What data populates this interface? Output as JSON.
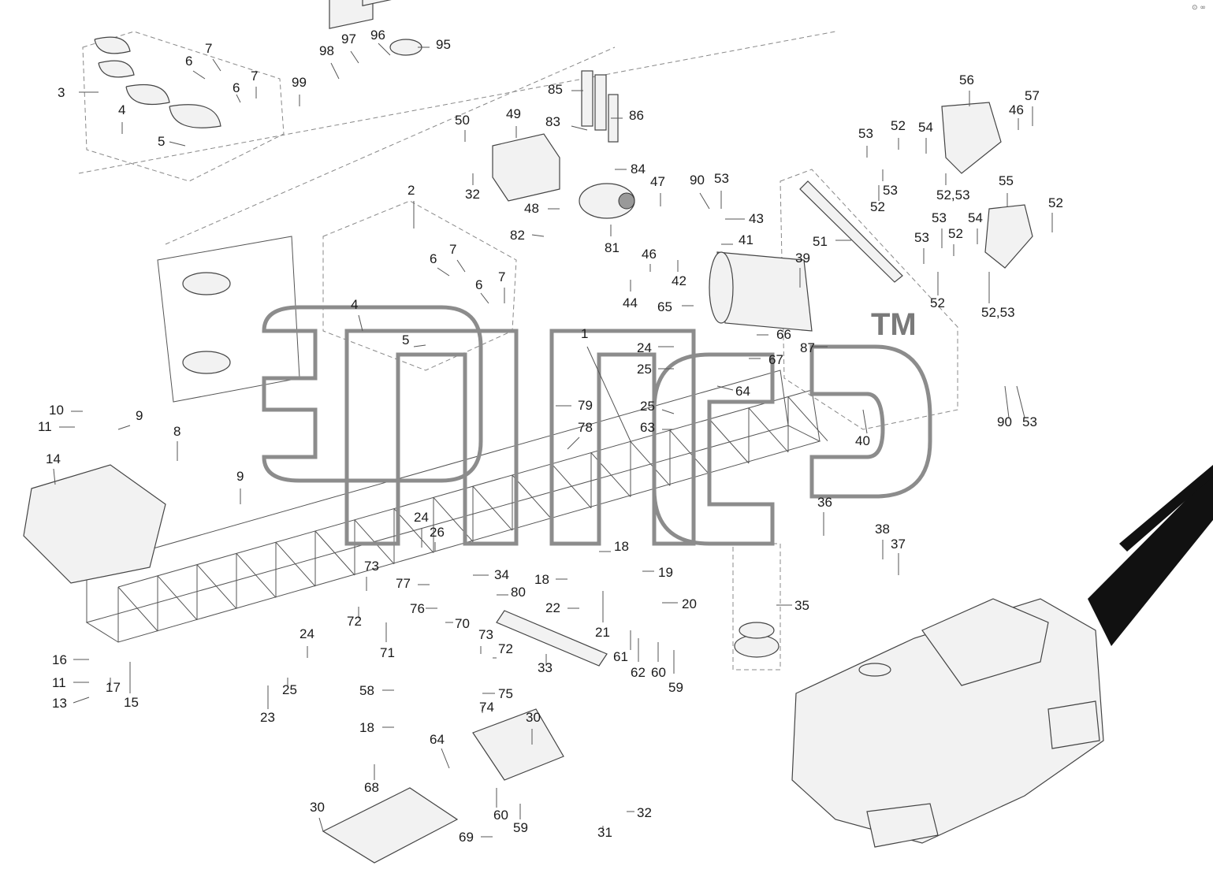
{
  "watermark": {
    "text": "эпс",
    "trademark": "TM"
  },
  "corner_mark": "⊙ ∞",
  "labels": [
    {
      "id": "l3",
      "text": "3"
    },
    {
      "id": "l4a",
      "text": "4"
    },
    {
      "id": "l5a",
      "text": "5"
    },
    {
      "id": "l6a",
      "text": "6"
    },
    {
      "id": "l7a",
      "text": "7"
    },
    {
      "id": "l6b",
      "text": "6"
    },
    {
      "id": "l7b",
      "text": "7"
    },
    {
      "id": "l98",
      "text": "98"
    },
    {
      "id": "l97",
      "text": "97"
    },
    {
      "id": "l96",
      "text": "96"
    },
    {
      "id": "l95",
      "text": "95"
    },
    {
      "id": "l99",
      "text": "99"
    },
    {
      "id": "l85",
      "text": "85"
    },
    {
      "id": "l83",
      "text": "83"
    },
    {
      "id": "l86",
      "text": "86"
    },
    {
      "id": "l84",
      "text": "84"
    },
    {
      "id": "l50",
      "text": "50"
    },
    {
      "id": "l49",
      "text": "49"
    },
    {
      "id": "l32a",
      "text": "32"
    },
    {
      "id": "l48",
      "text": "48"
    },
    {
      "id": "l82",
      "text": "82"
    },
    {
      "id": "l81",
      "text": "81"
    },
    {
      "id": "l47",
      "text": "47"
    },
    {
      "id": "l90a",
      "text": "90"
    },
    {
      "id": "l53a",
      "text": "53"
    },
    {
      "id": "l43",
      "text": "43"
    },
    {
      "id": "l41",
      "text": "41"
    },
    {
      "id": "l46a",
      "text": "46"
    },
    {
      "id": "l42",
      "text": "42"
    },
    {
      "id": "l44",
      "text": "44"
    },
    {
      "id": "l65",
      "text": "65"
    },
    {
      "id": "l39",
      "text": "39"
    },
    {
      "id": "l51",
      "text": "51"
    },
    {
      "id": "l53b",
      "text": "53"
    },
    {
      "id": "l52a",
      "text": "52"
    },
    {
      "id": "l54a",
      "text": "54"
    },
    {
      "id": "l53c",
      "text": "53"
    },
    {
      "id": "l52b",
      "text": "52"
    },
    {
      "id": "l5253a",
      "text": "52,53"
    },
    {
      "id": "l56",
      "text": "56"
    },
    {
      "id": "l57",
      "text": "57"
    },
    {
      "id": "l46b",
      "text": "46"
    },
    {
      "id": "l55",
      "text": "55"
    },
    {
      "id": "l52c",
      "text": "52"
    },
    {
      "id": "l53d",
      "text": "53"
    },
    {
      "id": "l52d",
      "text": "52"
    },
    {
      "id": "l54b",
      "text": "54"
    },
    {
      "id": "l53e",
      "text": "53"
    },
    {
      "id": "l52e",
      "text": "52"
    },
    {
      "id": "l5253b",
      "text": "52,53"
    },
    {
      "id": "l2",
      "text": "2"
    },
    {
      "id": "l6c",
      "text": "6"
    },
    {
      "id": "l7c",
      "text": "7"
    },
    {
      "id": "l6d",
      "text": "6"
    },
    {
      "id": "l7d",
      "text": "7"
    },
    {
      "id": "l4b",
      "text": "4"
    },
    {
      "id": "l5b",
      "text": "5"
    },
    {
      "id": "l1",
      "text": "1"
    },
    {
      "id": "l24a",
      "text": "24"
    },
    {
      "id": "l25a",
      "text": "25"
    },
    {
      "id": "l66",
      "text": "66"
    },
    {
      "id": "l67",
      "text": "67"
    },
    {
      "id": "l87",
      "text": "87"
    },
    {
      "id": "l64a",
      "text": "64"
    },
    {
      "id": "l25b",
      "text": "25"
    },
    {
      "id": "l63",
      "text": "63"
    },
    {
      "id": "l79",
      "text": "79"
    },
    {
      "id": "l78",
      "text": "78"
    },
    {
      "id": "l40",
      "text": "40"
    },
    {
      "id": "l90b",
      "text": "90"
    },
    {
      "id": "l53f",
      "text": "53"
    },
    {
      "id": "l10",
      "text": "10"
    },
    {
      "id": "l11a",
      "text": "11"
    },
    {
      "id": "l9a",
      "text": "9"
    },
    {
      "id": "l8",
      "text": "8"
    },
    {
      "id": "l14",
      "text": "14"
    },
    {
      "id": "l9b",
      "text": "9"
    },
    {
      "id": "l24b",
      "text": "24"
    },
    {
      "id": "l26",
      "text": "26"
    },
    {
      "id": "l36",
      "text": "36"
    },
    {
      "id": "l38",
      "text": "38"
    },
    {
      "id": "l37",
      "text": "37"
    },
    {
      "id": "l73a",
      "text": "73"
    },
    {
      "id": "l77",
      "text": "77"
    },
    {
      "id": "l34",
      "text": "34"
    },
    {
      "id": "l80",
      "text": "80"
    },
    {
      "id": "l18a",
      "text": "18"
    },
    {
      "id": "l18b",
      "text": "18"
    },
    {
      "id": "l19",
      "text": "19"
    },
    {
      "id": "l72a",
      "text": "72"
    },
    {
      "id": "l76",
      "text": "76"
    },
    {
      "id": "l22",
      "text": "22"
    },
    {
      "id": "l20",
      "text": "20"
    },
    {
      "id": "l35",
      "text": "35"
    },
    {
      "id": "l70",
      "text": "70"
    },
    {
      "id": "l71",
      "text": "71"
    },
    {
      "id": "l73b",
      "text": "73"
    },
    {
      "id": "l72b",
      "text": "72"
    },
    {
      "id": "l33",
      "text": "33"
    },
    {
      "id": "l21",
      "text": "21"
    },
    {
      "id": "l61",
      "text": "61"
    },
    {
      "id": "l62",
      "text": "62"
    },
    {
      "id": "l60a",
      "text": "60"
    },
    {
      "id": "l59a",
      "text": "59"
    },
    {
      "id": "l24c",
      "text": "24"
    },
    {
      "id": "l16",
      "text": "16"
    },
    {
      "id": "l11b",
      "text": "11"
    },
    {
      "id": "l17",
      "text": "17"
    },
    {
      "id": "l13",
      "text": "13"
    },
    {
      "id": "l15",
      "text": "15"
    },
    {
      "id": "l25c",
      "text": "25"
    },
    {
      "id": "l23",
      "text": "23"
    },
    {
      "id": "l58",
      "text": "58"
    },
    {
      "id": "l75",
      "text": "75"
    },
    {
      "id": "l74",
      "text": "74"
    },
    {
      "id": "l18c",
      "text": "18"
    },
    {
      "id": "l64b",
      "text": "64"
    },
    {
      "id": "l30a",
      "text": "30"
    },
    {
      "id": "l68",
      "text": "68"
    },
    {
      "id": "l30b",
      "text": "30"
    },
    {
      "id": "l60b",
      "text": "60"
    },
    {
      "id": "l59b",
      "text": "59"
    },
    {
      "id": "l32b",
      "text": "32"
    },
    {
      "id": "l31",
      "text": "31"
    },
    {
      "id": "l69",
      "text": "69"
    }
  ]
}
